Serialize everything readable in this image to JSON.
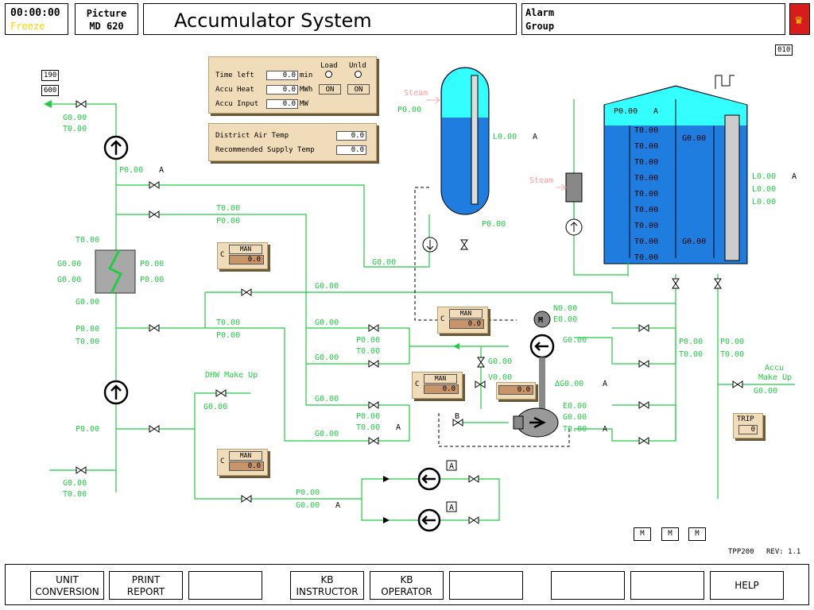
{
  "header": {
    "time": "00:00:00",
    "freeze": "Freeze",
    "picture_line1": "Picture",
    "picture_line2": "MD 620",
    "title": "Accumulator System",
    "alarm_line1": "Alarm",
    "alarm_line2": "Group"
  },
  "indicators": {
    "left_top": "190",
    "left_bottom": "600",
    "right": "010"
  },
  "accu_panel": {
    "time_left_label": "Time left",
    "time_left_value": "0.0",
    "time_left_unit": "min",
    "load_label": "Load",
    "unld_label": "Unld",
    "heat_label": "Accu Heat",
    "heat_value": "0.0",
    "heat_unit": "MWh",
    "on_label": "ON",
    "input_label": "Accu Input",
    "input_value": "0.0",
    "input_unit": "MW"
  },
  "temp_panel": {
    "district_label": "District Air Temp",
    "district_value": "0.0",
    "supply_label": "Recommended Supply Temp",
    "supply_value": "0.0"
  },
  "man_controls": [
    {
      "c": "C",
      "mode": "MAN",
      "value": "0.0"
    },
    {
      "c": "C",
      "mode": "MAN",
      "value": "0.0"
    },
    {
      "c": "C",
      "mode": "MAN",
      "value": "0.0"
    },
    {
      "c": "C",
      "mode": "MAN",
      "value": "0.0"
    }
  ],
  "pump_output_value": "0.0",
  "trip": {
    "label": "TRIP",
    "value": "0"
  },
  "process_labels": {
    "steam": "Steam",
    "p0": "P0.00",
    "t0": "T0.00",
    "g0": "G0.00",
    "l0": "L0.00",
    "n0": "N0.00",
    "e0": "E0.00",
    "v0": "V0.00",
    "dg0": "ΔG0.00",
    "a": "A",
    "b": "B",
    "dhw": "DHW Make Up",
    "accu_makeup_1": "Accu",
    "accu_makeup_2": "Make Up"
  },
  "small_a_box": "A",
  "m_buttons": [
    "M",
    "M",
    "M"
  ],
  "footer_info": {
    "tpp": "TPP200",
    "rev": "REV: 1.1"
  },
  "softkeys": [
    {
      "line1": "UNIT",
      "line2": "CONVERSION"
    },
    {
      "line1": "PRINT",
      "line2": "REPORT"
    },
    {
      "line1": "",
      "line2": ""
    },
    {
      "line1": "KB",
      "line2": "INSTRUCTOR"
    },
    {
      "line1": "KB",
      "line2": "OPERATOR"
    },
    {
      "line1": "",
      "line2": ""
    },
    {
      "line1": "",
      "line2": ""
    },
    {
      "line1": "",
      "line2": ""
    },
    {
      "line1": "HELP",
      "line2": ""
    }
  ],
  "colors": {
    "green": "#22cc44",
    "tank_blue": "#1f7de0",
    "tank_cyan": "#33ffff",
    "panel": "#f0dcb8"
  }
}
